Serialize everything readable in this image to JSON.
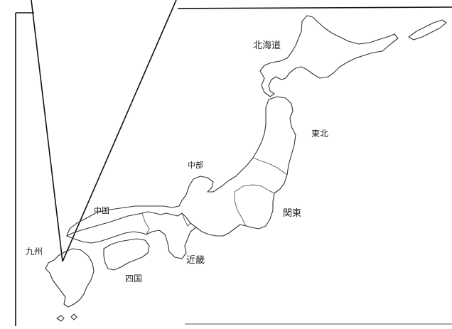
{
  "regions": [
    {
      "id": "hokkaido",
      "label": "北海道"
    },
    {
      "id": "tohoku",
      "label": "東北"
    },
    {
      "id": "chubu",
      "label": "中部"
    },
    {
      "id": "kanto",
      "label": "関東"
    },
    {
      "id": "chugoku",
      "label": "中国"
    },
    {
      "id": "kinki",
      "label": "近畿"
    },
    {
      "id": "shikoku",
      "label": "四国"
    },
    {
      "id": "kyushu",
      "label": "九州"
    }
  ],
  "colors": {
    "background": "#ffffff",
    "outline": "#333333",
    "frame": "#111111"
  }
}
